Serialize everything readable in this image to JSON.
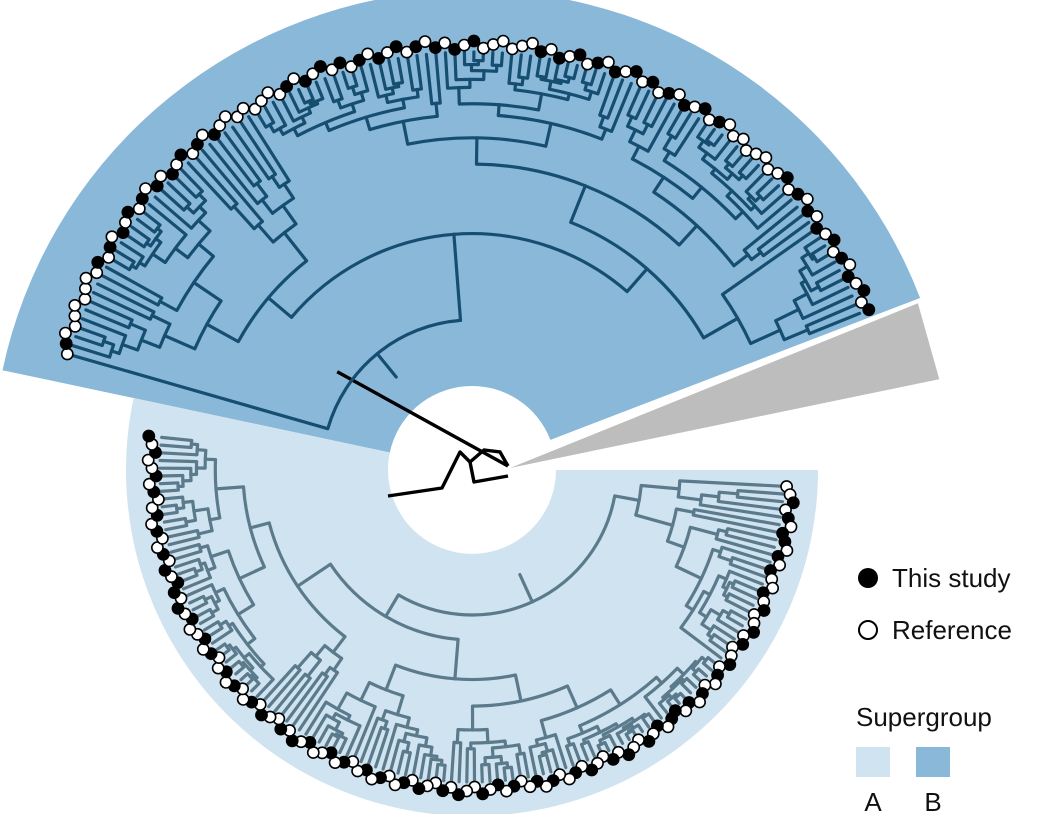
{
  "figure": {
    "clade_colors": {
      "A": "#d0e3f0",
      "B": "#8ab8d9",
      "outgroup": "#bdbdbd"
    },
    "branch_colors": {
      "A": "#5b7a8c",
      "B": "#164e72",
      "root": "#000000"
    }
  },
  "legend": {
    "this_study": "This study",
    "reference": "Reference",
    "supergroup_title": "Supergroup",
    "group_a": "A",
    "group_b": "B"
  },
  "tips": {
    "A_open_count": 74,
    "B_open_count": 68
  }
}
